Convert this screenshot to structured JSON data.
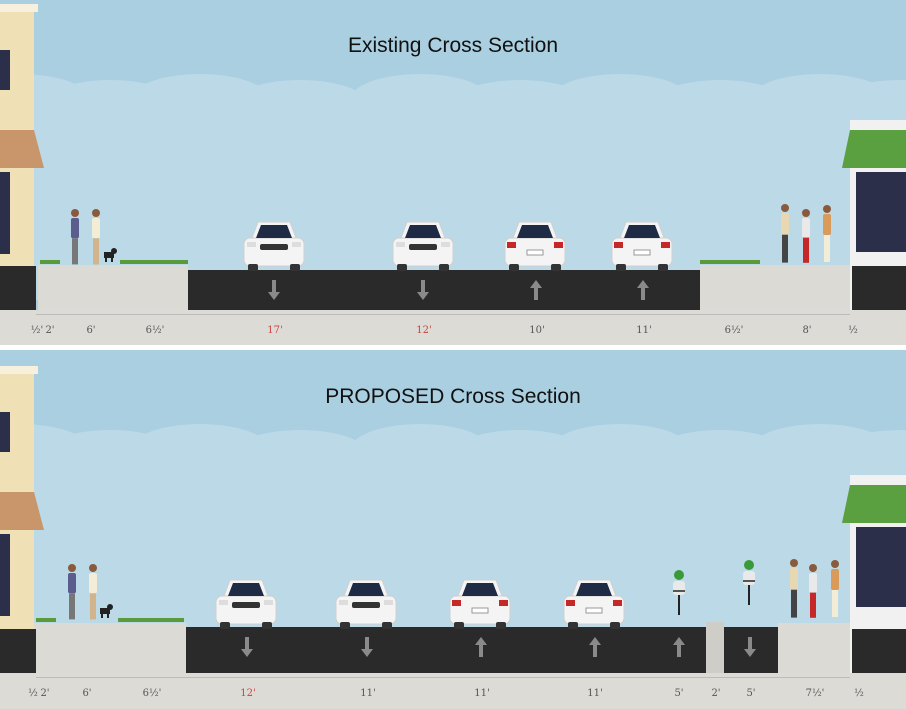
{
  "existing": {
    "title": "Existing Cross Section",
    "segments": [
      {
        "label": "½'",
        "color": "#555555"
      },
      {
        "label": "2'",
        "color": "#555555"
      },
      {
        "label": "6'",
        "color": "#555555"
      },
      {
        "label": "6½'",
        "color": "#555555"
      },
      {
        "label": "17'",
        "color": "#c9453f"
      },
      {
        "label": "12'",
        "color": "#c9453f"
      },
      {
        "label": "10'",
        "color": "#555555"
      },
      {
        "label": "11'",
        "color": "#555555"
      },
      {
        "label": "6½'",
        "color": "#555555"
      },
      {
        "label": "8'",
        "color": "#555555"
      },
      {
        "label": "½",
        "color": "#555555"
      }
    ]
  },
  "proposed": {
    "title": "PROPOSED Cross Section",
    "segments": [
      {
        "label": "½",
        "color": "#555555"
      },
      {
        "label": "2'",
        "color": "#555555"
      },
      {
        "label": "6'",
        "color": "#555555"
      },
      {
        "label": "6½'",
        "color": "#555555"
      },
      {
        "label": "12'",
        "color": "#c9453f"
      },
      {
        "label": "11'",
        "color": "#555555"
      },
      {
        "label": "11'",
        "color": "#555555"
      },
      {
        "label": "11'",
        "color": "#555555"
      },
      {
        "label": "5'",
        "color": "#555555"
      },
      {
        "label": "2'",
        "color": "#555555"
      },
      {
        "label": "5'",
        "color": "#555555"
      },
      {
        "label": "7½'",
        "color": "#555555"
      },
      {
        "label": "½",
        "color": "#555555"
      }
    ]
  },
  "colors": {
    "sky": "#aacfe0",
    "asphalt": "#2a2a2a",
    "sidewalk": "#dcdad5",
    "ruler": "#dddbd6",
    "awning_left": "#c8966a",
    "awning_right": "#5aa040",
    "building_left": "#efe1b5"
  }
}
